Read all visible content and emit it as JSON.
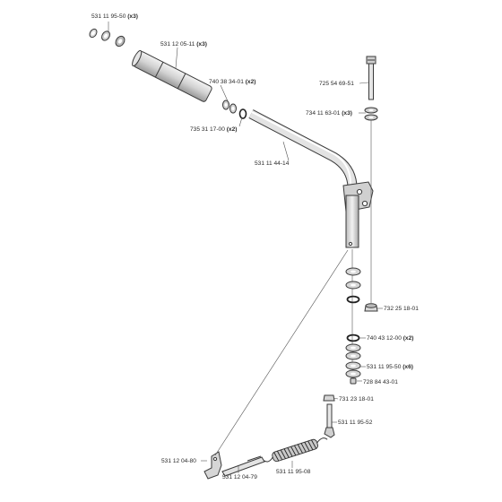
{
  "diagram": {
    "parts": [
      {
        "key": "p1",
        "number": "531 11 95-50",
        "qty": "(x3)"
      },
      {
        "key": "p2",
        "number": "531 12 05-11",
        "qty": "(x3)"
      },
      {
        "key": "p3",
        "number": "725 54 69-51",
        "qty": ""
      },
      {
        "key": "p4",
        "number": "740 38 34-01",
        "qty": "(x2)"
      },
      {
        "key": "p5",
        "number": "734 11 63-01",
        "qty": "(x3)"
      },
      {
        "key": "p6",
        "number": "735 31 17-00",
        "qty": "(x2)"
      },
      {
        "key": "p7",
        "number": "531 11 44-14",
        "qty": ""
      },
      {
        "key": "p8",
        "number": "732 25 18-01",
        "qty": ""
      },
      {
        "key": "p9",
        "number": "740 43 12-00",
        "qty": "(x2)"
      },
      {
        "key": "p10",
        "number": "531 11 95-50",
        "qty": "(x6)"
      },
      {
        "key": "p11",
        "number": "728 84 43-01",
        "qty": ""
      },
      {
        "key": "p12",
        "number": "731 23 18-01",
        "qty": ""
      },
      {
        "key": "p13",
        "number": "531 11 95-52",
        "qty": ""
      },
      {
        "key": "p14",
        "number": "531 12 04-80",
        "qty": ""
      },
      {
        "key": "p15",
        "number": "531 11 95-08",
        "qty": ""
      },
      {
        "key": "p16",
        "number": "531 12 04-79",
        "qty": ""
      }
    ]
  }
}
